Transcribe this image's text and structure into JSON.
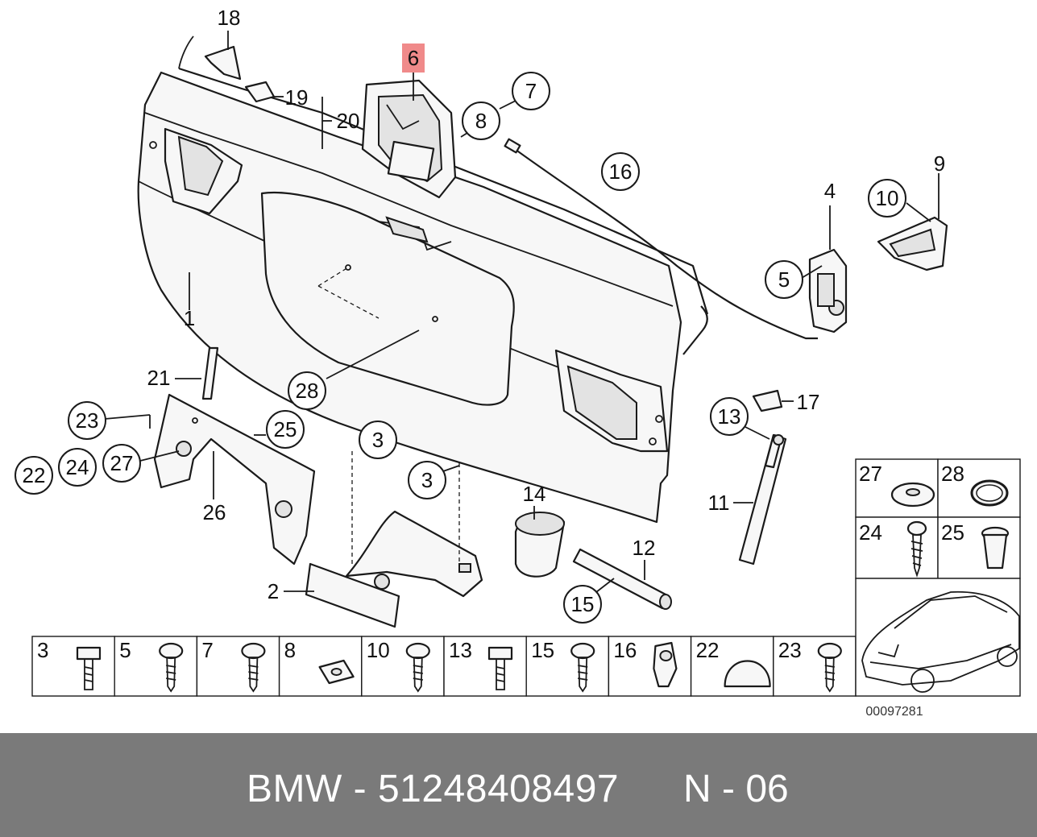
{
  "labels": {
    "p1": "1",
    "p2": "2",
    "p3a": "3",
    "p3b": "3",
    "p4": "4",
    "p5": "5",
    "p6": "6",
    "p7": "7",
    "p8": "8",
    "p9": "9",
    "p10": "10",
    "p11": "11",
    "p12": "12",
    "p13": "13",
    "p14": "14",
    "p15": "15",
    "p16": "16",
    "p17": "17",
    "p18": "18",
    "p19": "19",
    "p20": "20",
    "p21": "21",
    "p22": "22",
    "p23": "23",
    "p24": "24",
    "p25": "25",
    "p26": "26",
    "p27": "27",
    "p28": "28"
  },
  "hardware_row": [
    "3",
    "5",
    "7",
    "8",
    "10",
    "13",
    "15",
    "16",
    "22",
    "23"
  ],
  "side_grid": [
    "27",
    "28",
    "24",
    "25"
  ],
  "diagram_id": "00097281",
  "highlight_color": "#f08a8a",
  "footer": {
    "brand_part": "BMW - 51248408497",
    "diagram_code": "N - 06"
  }
}
